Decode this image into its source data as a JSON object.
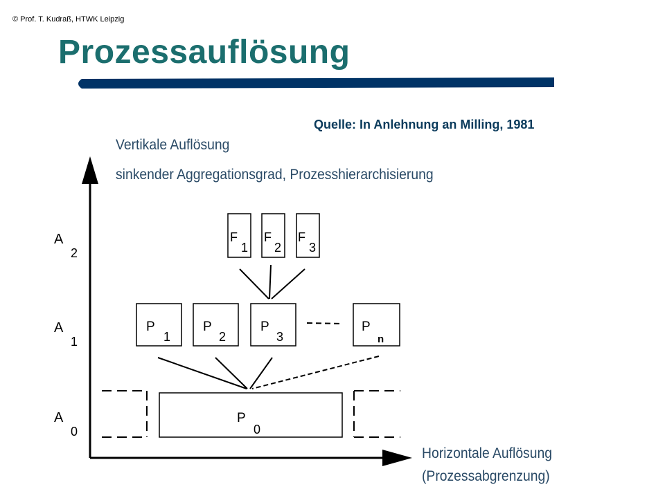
{
  "header": {
    "copyright": "© Prof. T. Kudraß, HTWK Leipzig",
    "title": "Prozessauflösung",
    "accent_color": "#003366",
    "title_color": "#1b6e6e"
  },
  "source": "Quelle: In Anlehnung an Milling, 1981",
  "axes": {
    "vertical_title": "Vertikale Auflösung",
    "vertical_subtitle": "sinkender Aggregationsgrad, Prozesshierarchisierung",
    "horizontal_line1": "Horizontale Auflösung",
    "horizontal_line2": "(Prozessabgrenzung)"
  },
  "levels": [
    {
      "letter": "A",
      "index": "2"
    },
    {
      "letter": "A",
      "index": "1"
    },
    {
      "letter": "A",
      "index": "0"
    }
  ],
  "functions": [
    {
      "letter": "F",
      "index": "1"
    },
    {
      "letter": "F",
      "index": "2"
    },
    {
      "letter": "F",
      "index": "3"
    }
  ],
  "processes": [
    {
      "letter": "P",
      "index": "1"
    },
    {
      "letter": "P",
      "index": "2"
    },
    {
      "letter": "P",
      "index": "3"
    },
    {
      "letter": "P",
      "index": "n"
    }
  ],
  "root_process": {
    "letter": "P",
    "index": "0"
  }
}
